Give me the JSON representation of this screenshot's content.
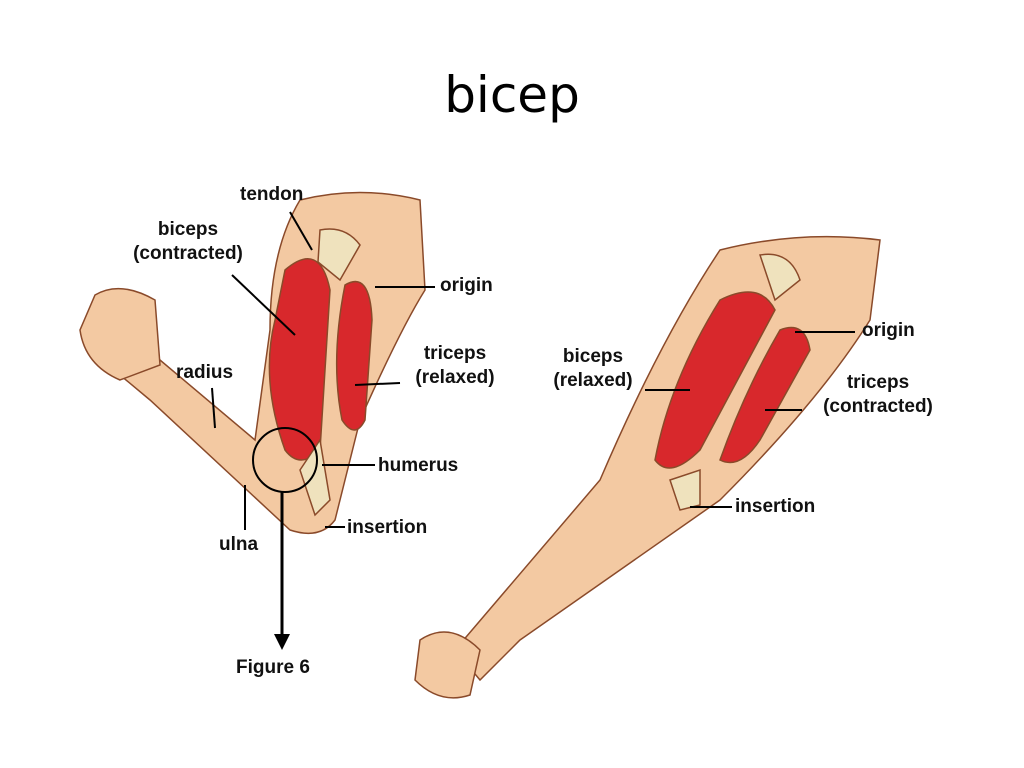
{
  "slide": {
    "title": "bicep"
  },
  "figure": {
    "caption": "Figure 6",
    "left_arm": {
      "labels": {
        "tendon": "tendon",
        "biceps_line1": "biceps",
        "biceps_line2": "(contracted)",
        "origin": "origin",
        "triceps_line1": "triceps",
        "triceps_line2": "(relaxed)",
        "radius": "radius",
        "humerus": "humerus",
        "insertion": "insertion",
        "ulna": "ulna"
      }
    },
    "right_arm": {
      "labels": {
        "origin": "origin",
        "biceps_line1": "biceps",
        "biceps_line2": "(relaxed)",
        "triceps_line1": "triceps",
        "triceps_line2": "(contracted)",
        "insertion": "insertion"
      }
    },
    "colors": {
      "skin": "#f3c9a2",
      "muscle": "#d8282c",
      "bone": "#efe2bd",
      "outline": "#8a4a2a"
    }
  }
}
